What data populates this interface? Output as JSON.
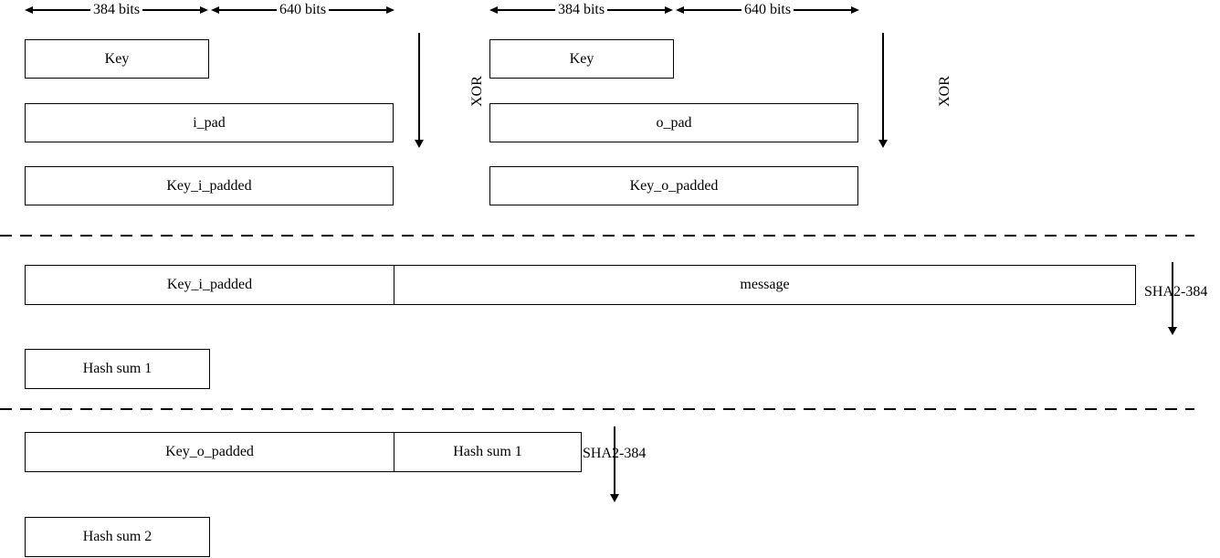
{
  "colors": {
    "line": "#000000",
    "text": "#000000",
    "background": "#ffffff"
  },
  "groups": {
    "inner_pad": {
      "width_key": "384 bits",
      "width_pad": "640 bits",
      "key": "Key",
      "pad": "i_pad",
      "result": "Key_i_padded",
      "op": "XOR"
    },
    "outer_pad": {
      "width_key": "384 bits",
      "width_pad": "640 bits",
      "key": "Key",
      "pad": "o_pad",
      "result": "Key_o_padded",
      "op": "XOR"
    },
    "inner_hash": {
      "key_padded": "Key_i_padded",
      "message": "message",
      "hash_fn": "SHA2-384",
      "result": "Hash sum 1"
    },
    "outer_hash": {
      "key_padded": "Key_o_padded",
      "hash_input": "Hash sum 1",
      "hash_fn": "SHA2-384",
      "result": "Hash sum 2"
    }
  }
}
